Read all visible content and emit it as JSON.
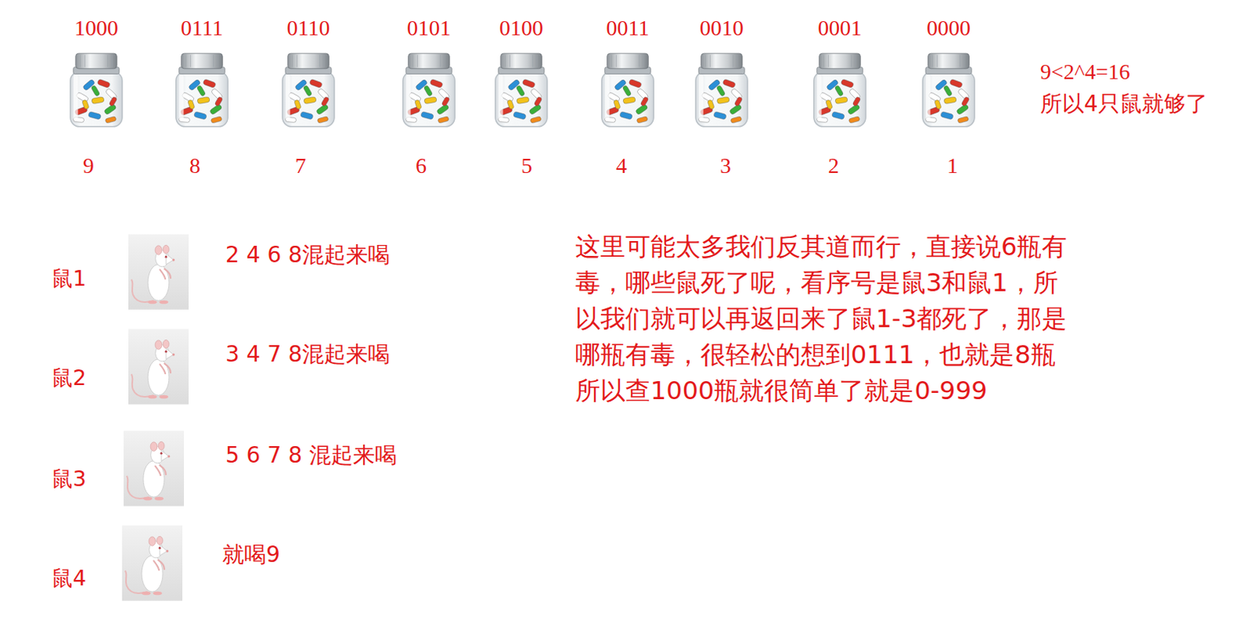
{
  "diagram": {
    "labels": [
      "1000",
      "0111",
      "0110",
      "0101",
      "0100",
      "0011",
      "0010",
      "0001",
      "0000",
      "9<2^4=16",
      "所以4只鼠就够了",
      "9",
      "8",
      "7",
      "6",
      "5",
      "4",
      "3",
      "2",
      "1",
      "2 4 6 8混起来喝",
      "这里可能太多我们反其道而行，直接说6瓶有 毒，哪些鼠死了呢，看序号是鼠3和鼠1，所 以我们就可以再返回来了鼠1-3都死了，那是 哪瓶有毒，很轻松的想到0111，也就是8瓶 所以查1000瓶就很简单了就是0-999",
      "鼠1",
      "3 4 7 8混起来喝",
      "鼠2",
      "5 6 7 8 混起来喝",
      "鼠3",
      "就喝9",
      "鼠4"
    ]
  }
}
